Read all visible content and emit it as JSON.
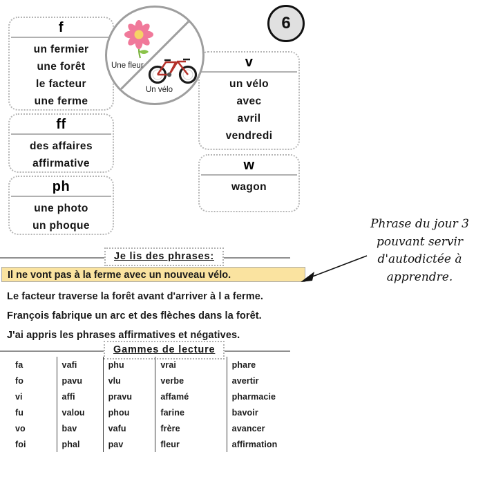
{
  "page": {
    "number": "6",
    "badge_fill": "#e0e0e0"
  },
  "sound_boxes": [
    {
      "id": "f",
      "header": "f",
      "words": [
        "un fermier",
        "une forêt",
        "le facteur",
        "une ferme"
      ]
    },
    {
      "id": "ff",
      "header": "ff",
      "words": [
        "des affaires",
        "affirmative"
      ]
    },
    {
      "id": "ph",
      "header": "ph",
      "words": [
        "une photo",
        "un phoque"
      ]
    },
    {
      "id": "v",
      "header": "v",
      "words": [
        "un vélo",
        "avec",
        "avril",
        "vendredi"
      ]
    },
    {
      "id": "w",
      "header": "w",
      "words": [
        "wagon"
      ]
    }
  ],
  "illustration": {
    "flower_label": "Une fleur",
    "bike_label": "Un vélo",
    "flower_icon": "flower-icon",
    "bike_icon": "bicycle-icon",
    "circle_stroke": "#9e9e9e"
  },
  "sentences_section": {
    "header": "Je lis des phrases:",
    "highlight_color": "#fae3a0",
    "items": [
      "Il ne vont pas à la ferme avec un nouveau vélo.",
      "Le facteur traverse la forêt avant d'arriver à l a ferme.",
      "François fabrique un arc et des flèches dans la forêt.",
      "J'ai appris les phrases affirmatives et négatives."
    ]
  },
  "annotation": {
    "lines": [
      "Phrase du jour 3",
      "pouvant servir",
      "d'autodictée à",
      "apprendre."
    ]
  },
  "gammes_section": {
    "header": "Gammes de lecture",
    "rows": [
      [
        "fa",
        "vafi",
        "phu",
        "vrai",
        "phare"
      ],
      [
        "fo",
        "pavu",
        "vlu",
        "verbe",
        "avertir"
      ],
      [
        "vi",
        "affi",
        "pravu",
        "affamé",
        "pharmacie"
      ],
      [
        "fu",
        "valou",
        "phou",
        "farine",
        "bavoir"
      ],
      [
        "vo",
        "bav",
        "vafu",
        "frère",
        "avancer"
      ],
      [
        "foi",
        "phal",
        "pav",
        "fleur",
        "affirmation"
      ]
    ]
  }
}
